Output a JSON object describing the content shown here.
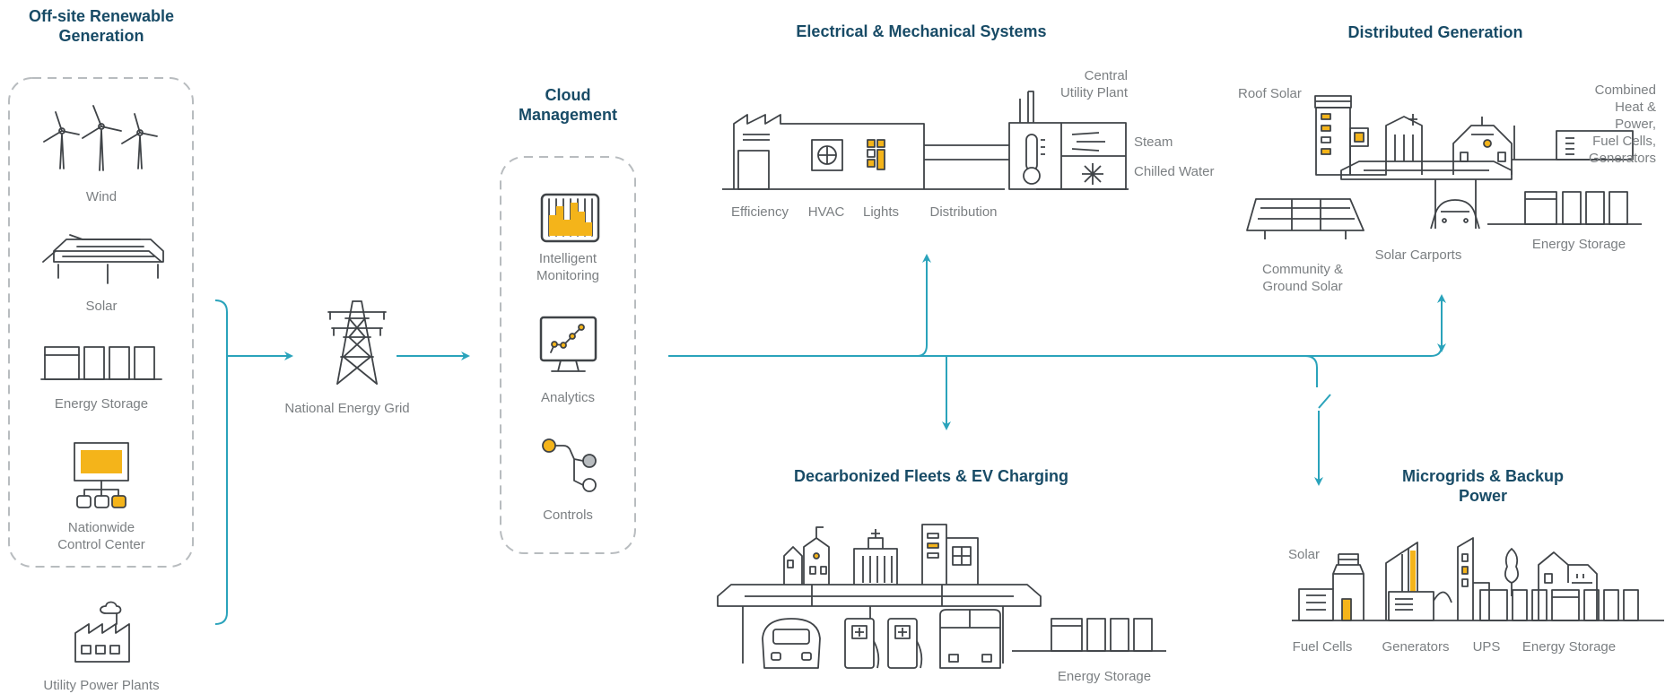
{
  "headings": {
    "offsite": "Off-site Renewable\nGeneration",
    "cloud": "Cloud\nManagement",
    "electrical": "Electrical & Mechanical Systems",
    "distributed": "Distributed Generation",
    "fleets": "Decarbonized Fleets & EV Charging",
    "microgrids": "Microgrids & Backup Power"
  },
  "offsite_items": {
    "wind": "Wind",
    "solar": "Solar",
    "energy_storage": "Energy Storage",
    "control_center": "Nationwide\nControl Center",
    "utility_plants": "Utility Power Plants"
  },
  "grid": {
    "label": "National Energy Grid"
  },
  "cloud_items": {
    "monitoring": "Intelligent\nMonitoring",
    "analytics": "Analytics",
    "controls": "Controls"
  },
  "electrical": {
    "efficiency": "Efficiency",
    "hvac": "HVAC",
    "lights": "Lights",
    "distribution": "Distribution",
    "central_plant": "Central\nUtility Plant",
    "steam": "Steam",
    "chilled_water": "Chilled Water"
  },
  "distributed": {
    "roof_solar": "Roof Solar",
    "chp": "Combined Heat & Power,\nFuel Cells, Generators",
    "community_solar": "Community &\nGround Solar",
    "solar_carports": "Solar Carports",
    "energy_storage": "Energy Storage"
  },
  "fleets": {
    "energy_storage": "Energy Storage"
  },
  "microgrids": {
    "solar": "Solar",
    "fuel_cells": "Fuel Cells",
    "generators": "Generators",
    "ups": "UPS",
    "energy_storage": "Energy Storage"
  },
  "colors": {
    "flow_line": "#2aa3bb",
    "heading": "#184b66",
    "label": "#7b7f82",
    "icon_stroke": "#3f4347",
    "accent": "#f4b41a",
    "dashed_border": "#b8bcbf"
  }
}
